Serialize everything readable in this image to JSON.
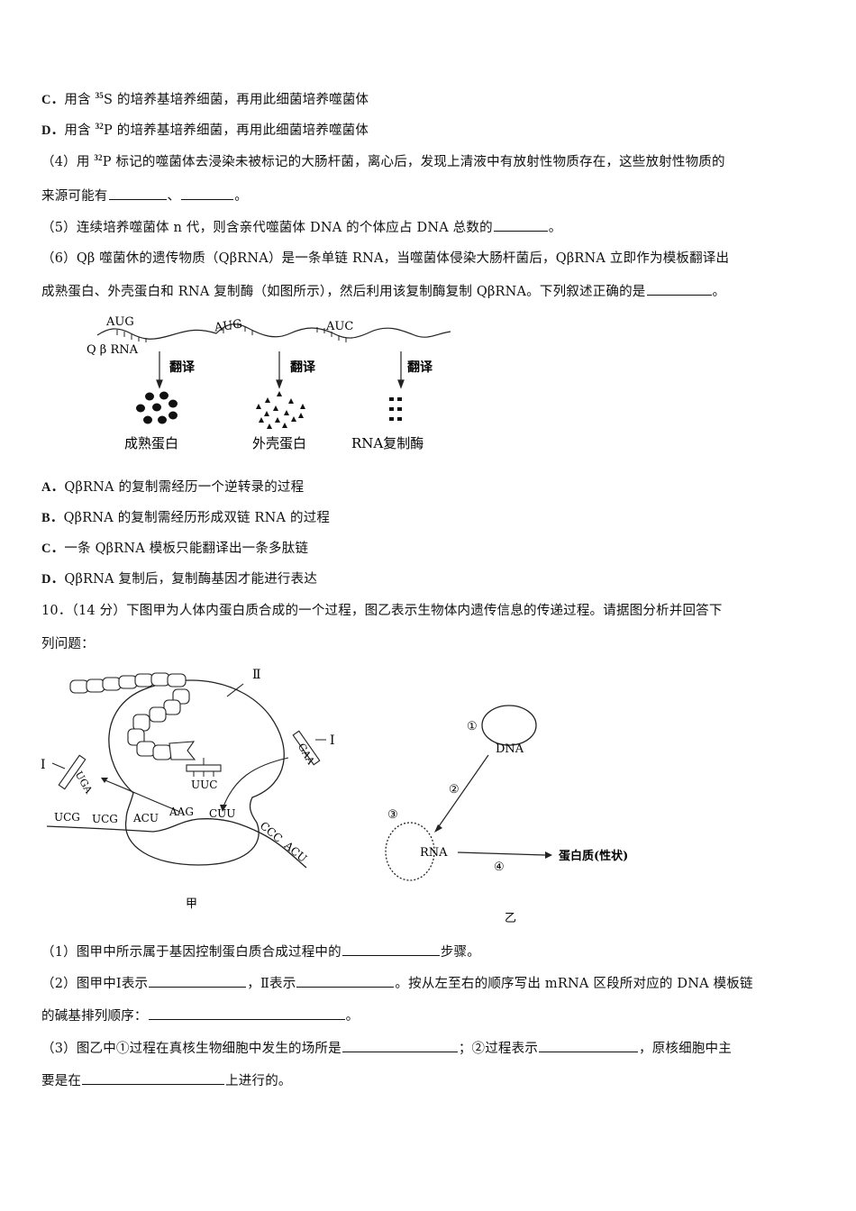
{
  "q9": {
    "option_c": {
      "label": "C．",
      "pre": "用含 ",
      "sup": "35",
      "post": "S 的培养基培养细菌，再用此细菌培养噬菌体"
    },
    "option_d": {
      "label": "D．",
      "pre": "用含 ",
      "sup": "32",
      "post": "P 的培养基培养细菌，再用此细菌培养噬菌体"
    },
    "sub4": {
      "line1_pre": "（4）用 ",
      "line1_sup": "32",
      "line1_post": "P 标记的噬菌体去浸染未被标记的大肠杆菌，离心后，发现上清液中有放射性物质存在，这些放射性物质的",
      "line2_pre": "来源可能有",
      "line2_sep": "、",
      "line2_end": "。"
    },
    "sub5": {
      "pre": "（5）连续培养噬菌体 n 代，则含亲代噬菌体 DNA 的个体应占 DNA 总数的",
      "end": "。"
    },
    "sub6": {
      "line1": "（6）Qβ 噬菌休的遗传物质（QβRNA）是一条单链 RNA，当噬菌体侵染大肠杆菌后，QβRNA 立即作为模板翻译出",
      "line2_pre": "成熟蛋白、外壳蛋白和 RNA 复制酶（如图所示），然后利用该复制酶复制 QβRNA。下列叙述正确的是",
      "line2_end": "。"
    },
    "figure_qb": {
      "rna_label": "Q β RNA",
      "codons": [
        "AUG",
        "AUG",
        "AUC"
      ],
      "arrow_label": "翻译",
      "products": [
        "成熟蛋白",
        "外壳蛋白",
        "RNA复制酶"
      ]
    },
    "options": [
      {
        "label": "A．",
        "text": "QβRNA 的复制需经历一个逆转录的过程"
      },
      {
        "label": "B．",
        "text": "QβRNA 的复制需经历形成双链 RNA 的过程"
      },
      {
        "label": "C．",
        "text": "一条 QβRNA 模板只能翻译出一条多肽链"
      },
      {
        "label": "D．",
        "text": "QβRNA 复制后，复制酶基因才能进行表达"
      }
    ]
  },
  "q10": {
    "number": "10．（14 分）",
    "intro_line1": "下图甲为人体内蛋白质合成的一个过程，图乙表示生物体内遗传信息的传递过程。请据图分析并回答下",
    "intro_line2": "列问题：",
    "figure_jia": {
      "caption": "甲",
      "label_I": "I",
      "label_II": "Ⅱ",
      "mrna_codons": [
        "UCG",
        "UCG",
        "ACU",
        "AAG",
        "CUU",
        "CCC",
        "ACU"
      ],
      "anticodon_left": "UGA",
      "anticodon_right": "GAA",
      "anticodon_center": "UUC"
    },
    "figure_yi": {
      "caption": "乙",
      "nodes": {
        "dna": "DNA",
        "rna": "RNA",
        "protein": "蛋白质(性状)"
      },
      "steps": [
        "①",
        "②",
        "③",
        "④"
      ]
    },
    "sub1": {
      "pre": "（1）图甲中所示属于基因控制蛋白质合成过程中的",
      "end": "步骤。"
    },
    "sub2": {
      "pre": "（2）图甲中Ⅰ表示",
      "mid": "，Ⅱ表示",
      "post": "。按从左至右的顺序写出 mRNA 区段所对应的 DNA 模板链",
      "line2_pre": "的碱基排列顺序：",
      "line2_end": "。"
    },
    "sub3": {
      "pre": "（3）图乙中①过程在真核生物细胞中发生的场所是",
      "mid": "；②过程表示",
      "post": "，原核细胞中主",
      "line2_pre": "要是在",
      "line2_end": "上进行的。"
    }
  }
}
